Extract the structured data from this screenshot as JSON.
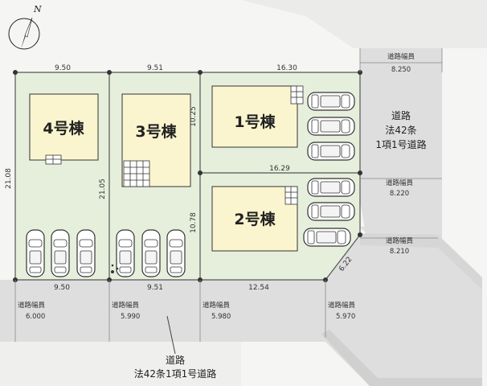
{
  "compass": {
    "north_label": "N"
  },
  "lots": {
    "lot1": {
      "label": "1号棟"
    },
    "lot2": {
      "label": "2号棟"
    },
    "lot3": {
      "label": "3号棟"
    },
    "lot4": {
      "label": "4号棟"
    }
  },
  "dimensions": {
    "top_lot4": "9.50",
    "top_lot3": "9.51",
    "top_lot1": "16.30",
    "left_side": "21.08",
    "mid_side": "21.05",
    "lot3_right_upper": "10.25",
    "lot3_right_lower": "10.78",
    "mid_lot1_lot2": "16.29",
    "bottom_lot4": "9.50",
    "bottom_lot3": "9.51",
    "bottom_lot2": "12.54",
    "corner_cut": "6.22"
  },
  "roads": {
    "width_label": "道路幅員",
    "east_top_width": "8.250",
    "east_main_line1": "道路",
    "east_main_line2": "法42条",
    "east_main_line3": "1項1号道路",
    "east_mid_width": "8.220",
    "east_low_width": "8.210",
    "south_w1": "6.000",
    "south_w2": "5.990",
    "south_w3": "5.980",
    "south_w4": "5.970",
    "south_main_line1": "道路",
    "south_main_line2": "法42条1項1号道路"
  }
}
